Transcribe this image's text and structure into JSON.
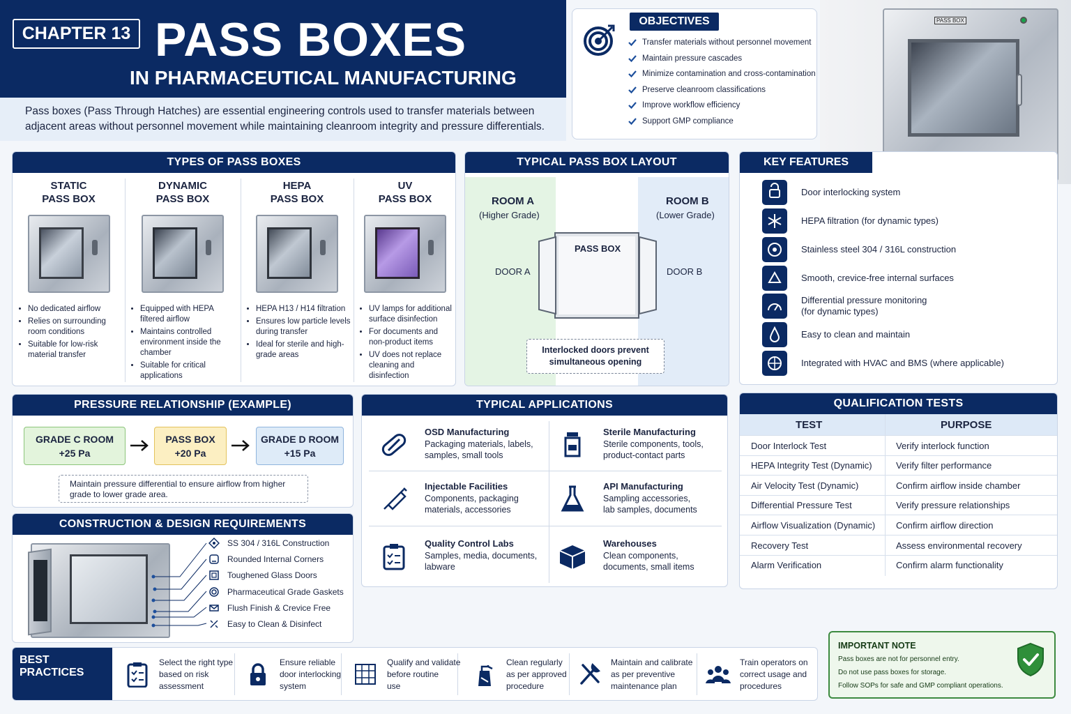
{
  "header": {
    "chapter": "CHAPTER 13",
    "title": "PASS BOXES",
    "subtitle": "IN PHARMACEUTICAL MANUFACTURING",
    "intro_line1": "Pass boxes (Pass Through Hatches) are essential engineering controls used to transfer materials between",
    "intro_line2": "adjacent areas without personnel movement while maintaining cleanroom integrity and pressure differentials."
  },
  "objectives": {
    "title": "OBJECTIVES",
    "items": [
      "Transfer materials without personnel movement",
      "Maintain pressure cascades",
      "Minimize contamination and cross-contamination",
      "Preserve cleanroom classifications",
      "Improve workflow efficiency",
      "Support GMP compliance"
    ]
  },
  "hero": {
    "label": "PASS BOX"
  },
  "types": {
    "title": "TYPES OF PASS BOXES",
    "columns": [
      {
        "line1": "STATIC",
        "line2": "PASS BOX",
        "bullets": [
          "No dedicated airflow",
          "Relies on surrounding room conditions",
          "Suitable for low-risk material transfer"
        ]
      },
      {
        "line1": "DYNAMIC",
        "line2": "PASS BOX",
        "bullets": [
          "Equipped with HEPA filtered airflow",
          "Maintains controlled environment inside the chamber",
          "Suitable for critical applications"
        ]
      },
      {
        "line1": "HEPA",
        "line2": "PASS BOX",
        "bullets": [
          "HEPA H13 / H14 filtration",
          "Ensures low particle levels during transfer",
          "Ideal for sterile and high-grade areas"
        ]
      },
      {
        "line1": "UV",
        "line2": "PASS BOX",
        "bullets": [
          "UV lamps for additional surface disinfection",
          "For documents and non-product items",
          "UV does not replace cleaning and disinfection"
        ]
      }
    ]
  },
  "layout": {
    "title": "TYPICAL PASS BOX LAYOUT",
    "room_a": "ROOM A",
    "room_a_grade": "(Higher Grade)",
    "room_b": "ROOM B",
    "room_b_grade": "(Lower Grade)",
    "box": "PASS BOX",
    "door_a": "DOOR A",
    "door_b": "DOOR B",
    "note_line1": "Interlocked doors prevent",
    "note_line2": "simultaneous opening"
  },
  "features": {
    "title": "KEY FEATURES",
    "items": [
      {
        "icon": "interlock-icon",
        "l1": "Door interlocking system",
        "l2": ""
      },
      {
        "icon": "hepa-icon",
        "l1": "HEPA filtration (for dynamic types)",
        "l2": ""
      },
      {
        "icon": "steel-icon",
        "l1": "Stainless steel 304 / 316L construction",
        "l2": ""
      },
      {
        "icon": "surface-icon",
        "l1": "Smooth, crevice-free internal surfaces",
        "l2": ""
      },
      {
        "icon": "gauge-icon",
        "l1": "Differential pressure monitoring",
        "l2": "(for dynamic types)"
      },
      {
        "icon": "clean-icon",
        "l1": "Easy to clean and maintain",
        "l2": ""
      },
      {
        "icon": "hvac-icon",
        "l1": "Integrated with HVAC and BMS (where applicable)",
        "l2": ""
      }
    ]
  },
  "pressure": {
    "title": "PRESSURE RELATIONSHIP (EXAMPLE)",
    "boxes": [
      {
        "name": "GRADE C ROOM",
        "value": "+25 Pa",
        "bg": "#e3f4dc",
        "border": "#8cc57a"
      },
      {
        "name": "PASS BOX",
        "value": "+20 Pa",
        "bg": "#fcefc2",
        "border": "#e3c25c"
      },
      {
        "name": "GRADE D ROOM",
        "value": "+15 Pa",
        "bg": "#deebf8",
        "border": "#8fb4dd"
      }
    ],
    "note_line1": "Maintain pressure differential to ensure airflow from higher",
    "note_line2": "grade to lower grade area."
  },
  "applications": {
    "title": "TYPICAL APPLICATIONS",
    "items": [
      {
        "icon": "capsule-icon",
        "title": "OSD Manufacturing",
        "l1": "Packaging materials, labels,",
        "l2": "samples, small tools"
      },
      {
        "icon": "vial-icon",
        "title": "Sterile Manufacturing",
        "l1": "Sterile components, tools,",
        "l2": "product-contact parts"
      },
      {
        "icon": "syringe-icon",
        "title": "Injectable Facilities",
        "l1": "Components, packaging",
        "l2": "materials, accessories"
      },
      {
        "icon": "flask-icon",
        "title": "API Manufacturing",
        "l1": "Sampling accessories,",
        "l2": "lab samples, documents"
      },
      {
        "icon": "clipboard-icon",
        "title": "Quality Control Labs",
        "l1": "Samples, media, documents,",
        "l2": "labware"
      },
      {
        "icon": "box-icon",
        "title": "Warehouses",
        "l1": "Clean components,",
        "l2": "documents, small items"
      }
    ]
  },
  "qualification": {
    "title": "QUALIFICATION TESTS",
    "col_test": "TEST",
    "col_purpose": "PURPOSE",
    "rows": [
      {
        "test": "Door Interlock Test",
        "purpose": "Verify interlock function"
      },
      {
        "test": "HEPA Integrity Test (Dynamic)",
        "purpose": "Verify filter performance"
      },
      {
        "test": "Air Velocity Test (Dynamic)",
        "purpose": "Confirm airflow inside chamber"
      },
      {
        "test": "Differential Pressure Test",
        "purpose": "Verify pressure relationships"
      },
      {
        "test": "Airflow Visualization (Dynamic)",
        "purpose": "Confirm airflow direction"
      },
      {
        "test": "Recovery Test",
        "purpose": "Assess environmental recovery"
      },
      {
        "test": "Alarm Verification",
        "purpose": "Confirm alarm functionality"
      }
    ]
  },
  "construction": {
    "title": "CONSTRUCTION & DESIGN REQUIREMENTS",
    "items": [
      "SS 304 / 316L Construction",
      "Rounded Internal Corners",
      "Toughened Glass Doors",
      "Pharmaceutical Grade Gaskets",
      "Flush Finish & Crevice Free",
      "Easy to Clean & Disinfect"
    ]
  },
  "best": {
    "title": "BEST PRACTICES",
    "items": [
      {
        "icon": "checklist-icon",
        "l1": "Select the right type",
        "l2": "based on risk",
        "l3": "assessment"
      },
      {
        "icon": "lock-icon",
        "l1": "Ensure reliable",
        "l2": "door interlocking",
        "l3": "system"
      },
      {
        "icon": "grid-icon",
        "l1": "Qualify and validate",
        "l2": "before routine",
        "l3": "use"
      },
      {
        "icon": "spray-icon",
        "l1": "Clean regularly",
        "l2": "as per approved",
        "l3": "procedure"
      },
      {
        "icon": "tools-icon",
        "l1": "Maintain and calibrate",
        "l2": "as per preventive",
        "l3": "maintenance plan"
      },
      {
        "icon": "people-icon",
        "l1": "Train operators on",
        "l2": "correct usage and",
        "l3": "procedures"
      }
    ]
  },
  "note": {
    "title": "IMPORTANT NOTE",
    "items": [
      "Pass boxes are not for personnel entry.",
      "Do not use pass boxes for storage.",
      "Follow SOPs for safe and GMP compliant operations."
    ]
  }
}
